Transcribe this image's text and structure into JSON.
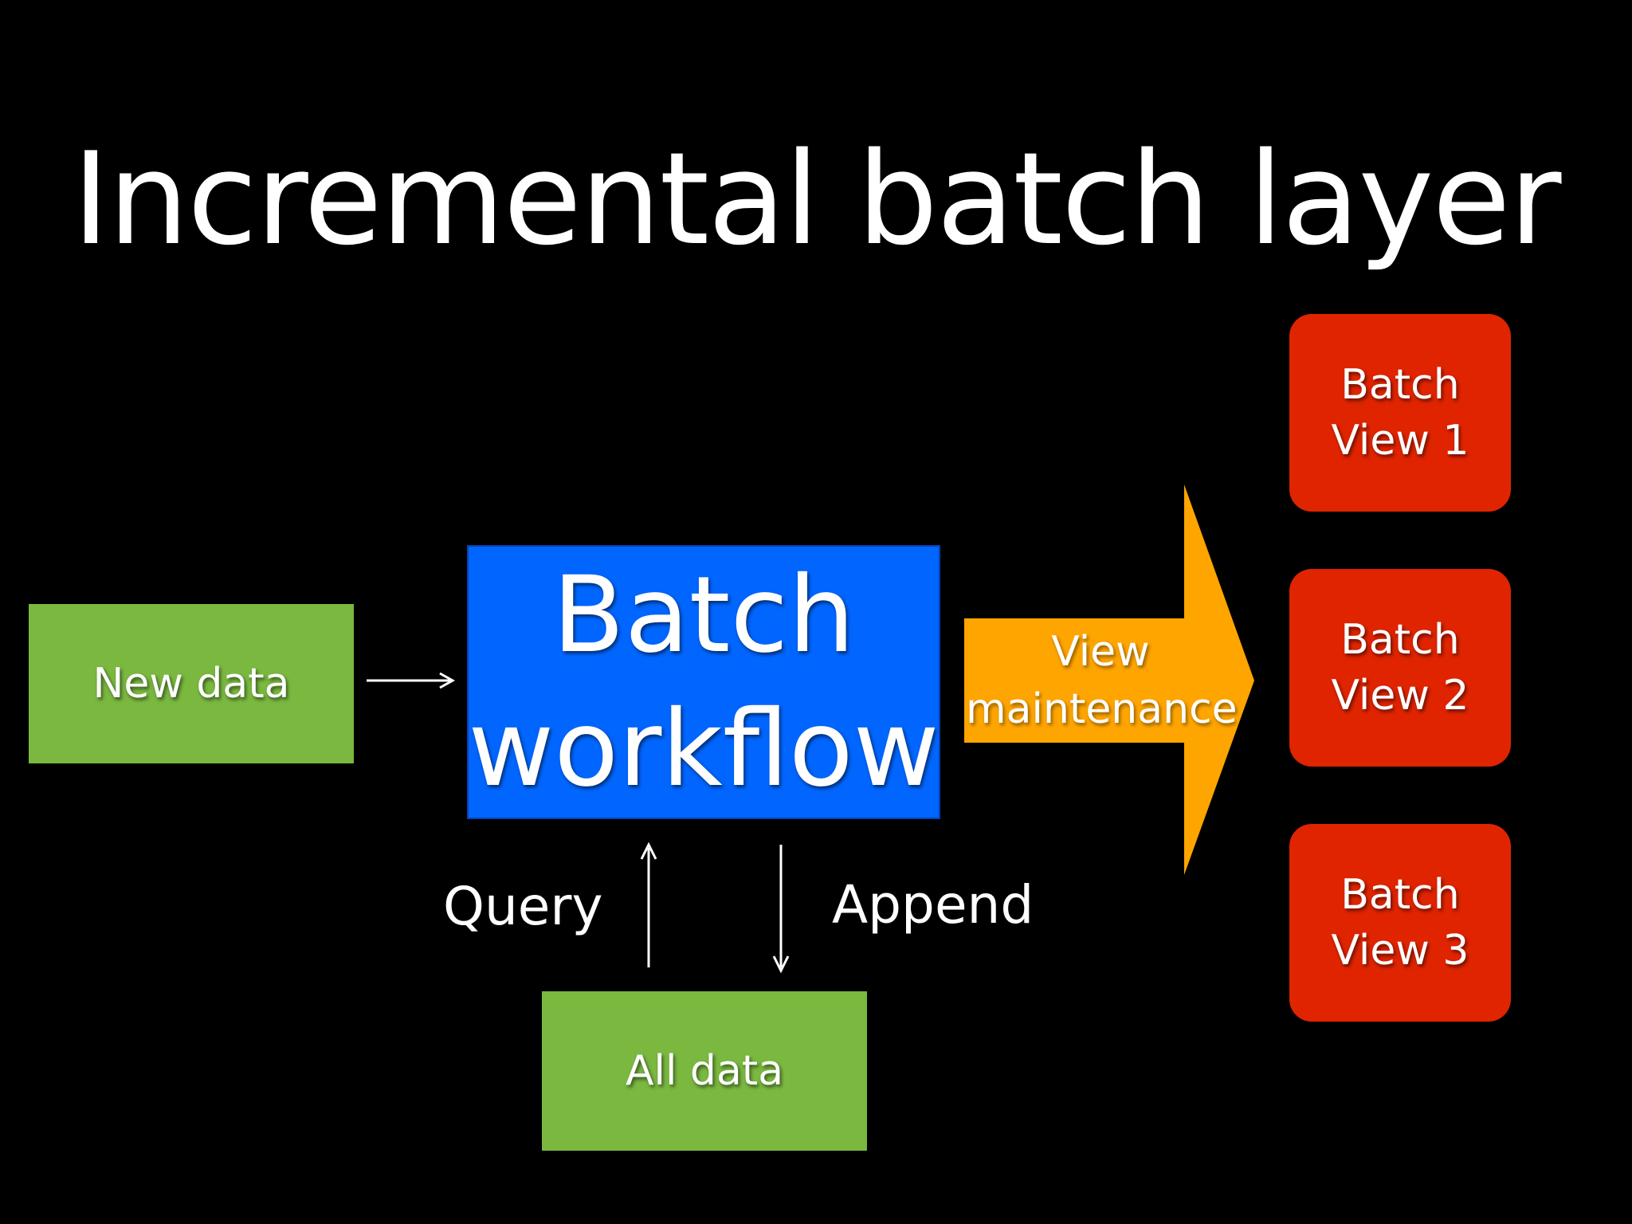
{
  "slide": {
    "title": "Incremental batch layer"
  },
  "nodes": {
    "new_data": "New data",
    "batch_workflow_line1": "Batch",
    "batch_workflow_line2": "workflow",
    "all_data": "All data",
    "view_maintenance_line1": "View",
    "view_maintenance_line2": "maintenance",
    "batch_views": [
      {
        "line1": "Batch",
        "line2": "View 1"
      },
      {
        "line1": "Batch",
        "line2": "View 2"
      },
      {
        "line1": "Batch",
        "line2": "View 3"
      }
    ]
  },
  "edges": {
    "query_label": "Query",
    "append_label": "Append"
  },
  "colors": {
    "background": "#000000",
    "data_green": "#7ab840",
    "workflow_blue": "#0066ff",
    "arrow_orange": "#ffa500",
    "view_red": "#e02400",
    "text_white": "#ffffff"
  }
}
